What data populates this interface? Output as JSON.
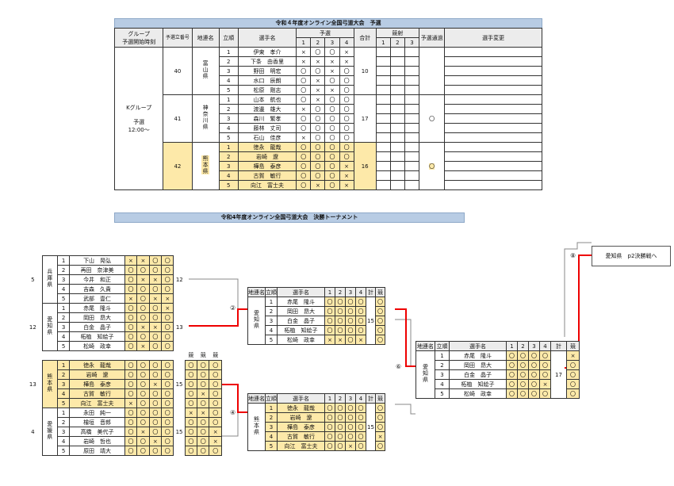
{
  "prelim": {
    "title": "令和４年度オンライン全国弓道大会　予選",
    "headers": {
      "group": "グループ",
      "start": "予選開始時刻",
      "num": "予選立番号",
      "pref": "地連名",
      "pos": "立順",
      "name": "選手名",
      "yosen": "予選",
      "total": "合計",
      "kyosha": "競射",
      "pass": "予選通過",
      "change": "選手変更",
      "c1": "1",
      "c2": "2",
      "c3": "3",
      "c4": "4"
    },
    "group_label": "Kグループ",
    "group_sub": "予選",
    "group_time": "12:00～",
    "teams": [
      {
        "num": "40",
        "pref": "富山県",
        "total": "10",
        "pass": "",
        "hl": false,
        "rows": [
          {
            "pos": "1",
            "name": "伊東　孝介",
            "r": [
              "×",
              "〇",
              "〇",
              "×"
            ]
          },
          {
            "pos": "2",
            "name": "下条　由香里",
            "r": [
              "×",
              "×",
              "×",
              "×"
            ]
          },
          {
            "pos": "3",
            "name": "野田　明宏",
            "r": [
              "〇",
              "〇",
              "×",
              "〇"
            ]
          },
          {
            "pos": "4",
            "name": "水口　辰朗",
            "r": [
              "〇",
              "×",
              "〇",
              "〇"
            ]
          },
          {
            "pos": "5",
            "name": "松原　剛志",
            "r": [
              "〇",
              "×",
              "×",
              "〇"
            ]
          }
        ]
      },
      {
        "num": "41",
        "pref": "神奈川県",
        "total": "17",
        "pass": "〇",
        "hl": false,
        "rows": [
          {
            "pos": "1",
            "name": "山本　航也",
            "r": [
              "〇",
              "×",
              "〇",
              "〇"
            ]
          },
          {
            "pos": "2",
            "name": "渡邊　雄大",
            "r": [
              "×",
              "〇",
              "〇",
              "〇"
            ]
          },
          {
            "pos": "3",
            "name": "森川　繁孝",
            "r": [
              "〇",
              "〇",
              "〇",
              "〇"
            ]
          },
          {
            "pos": "4",
            "name": "藤林　丈司",
            "r": [
              "〇",
              "〇",
              "〇",
              "〇"
            ]
          },
          {
            "pos": "5",
            "name": "石山　佳彦",
            "r": [
              "×",
              "〇",
              "〇",
              "〇"
            ]
          }
        ]
      },
      {
        "num": "42",
        "pref": "熊本県",
        "total": "16",
        "pass": "〇",
        "hl": true,
        "rows": [
          {
            "pos": "1",
            "name": "徳永　龍哉",
            "r": [
              "〇",
              "〇",
              "〇",
              "〇"
            ]
          },
          {
            "pos": "2",
            "name": "岩崎　遼",
            "r": [
              "〇",
              "〇",
              "〇",
              "〇"
            ]
          },
          {
            "pos": "3",
            "name": "樺島　泰彦",
            "r": [
              "〇",
              "〇",
              "〇",
              "×"
            ]
          },
          {
            "pos": "4",
            "name": "古賀　敏行",
            "r": [
              "〇",
              "〇",
              "〇",
              "×"
            ]
          },
          {
            "pos": "5",
            "name": "向江　富士夫",
            "r": [
              "〇",
              "×",
              "〇",
              "×"
            ]
          }
        ]
      }
    ]
  },
  "final": {
    "title": "令和4年度オンライン全国弓道大会　決勝トーナメント",
    "hdr": {
      "pref": "地連名",
      "pos": "立順",
      "name": "選手名",
      "c1": "1",
      "c2": "2",
      "c3": "3",
      "c4": "4",
      "total": "計",
      "kyo": "競"
    },
    "left_teams": [
      {
        "seed": "5",
        "pref": "兵庫県",
        "total": "12",
        "hl": false,
        "rows": [
          {
            "pos": "1",
            "name": "下山　晃弘",
            "r": [
              "×",
              "×",
              "〇",
              "〇"
            ]
          },
          {
            "pos": "2",
            "name": "再田　奈津美",
            "r": [
              "〇",
              "〇",
              "〇",
              "〇"
            ]
          },
          {
            "pos": "3",
            "name": "今井　和正",
            "r": [
              "〇",
              "×",
              "×",
              "〇"
            ]
          },
          {
            "pos": "4",
            "name": "吉森　久貴",
            "r": [
              "〇",
              "〇",
              "〇",
              "〇"
            ]
          },
          {
            "pos": "5",
            "name": "武部　壹仁",
            "r": [
              "×",
              "〇",
              "×",
              "×"
            ]
          }
        ]
      },
      {
        "seed": "12",
        "pref": "愛知県",
        "total": "13",
        "hl": false,
        "rows": [
          {
            "pos": "1",
            "name": "赤尾　隆斗",
            "r": [
              "〇",
              "〇",
              "〇",
              "×"
            ]
          },
          {
            "pos": "2",
            "name": "岡田　昂大",
            "r": [
              "〇",
              "〇",
              "〇",
              "〇"
            ]
          },
          {
            "pos": "3",
            "name": "白金　晶子",
            "r": [
              "〇",
              "×",
              "×",
              "〇"
            ]
          },
          {
            "pos": "4",
            "name": "柘植　知絵子",
            "r": [
              "〇",
              "〇",
              "〇",
              "〇"
            ]
          },
          {
            "pos": "5",
            "name": "松崎　政幸",
            "r": [
              "〇",
              "×",
              "〇",
              "〇"
            ]
          }
        ]
      },
      {
        "seed": "13",
        "pref": "熊本県",
        "total": "15",
        "hl": true,
        "rows": [
          {
            "pos": "1",
            "name": "徳永　龍哉",
            "r": [
              "〇",
              "〇",
              "〇",
              "〇"
            ],
            "k": [
              "〇",
              "〇",
              "〇"
            ]
          },
          {
            "pos": "2",
            "name": "岩崎　遼",
            "r": [
              "〇",
              "〇",
              "〇",
              "〇"
            ],
            "k": [
              "〇",
              "〇",
              "〇"
            ]
          },
          {
            "pos": "3",
            "name": "樺島　泰彦",
            "r": [
              "〇",
              "〇",
              "×",
              "〇"
            ],
            "k": [
              "〇",
              "〇",
              "〇"
            ]
          },
          {
            "pos": "4",
            "name": "古賀　敏行",
            "r": [
              "〇",
              "〇",
              "〇",
              "〇"
            ],
            "k": [
              "〇",
              "×",
              "〇"
            ]
          },
          {
            "pos": "5",
            "name": "向江　富士夫",
            "r": [
              "×",
              "〇",
              "〇",
              "〇"
            ],
            "k": [
              "〇",
              "〇",
              "〇"
            ]
          }
        ]
      },
      {
        "seed": "4",
        "pref": "愛媛県",
        "total": "15",
        "hl": false,
        "rows": [
          {
            "pos": "1",
            "name": "永田　純一",
            "r": [
              "〇",
              "〇",
              "〇",
              "〇"
            ],
            "k": [
              "×",
              "×",
              "〇"
            ]
          },
          {
            "pos": "2",
            "name": "檜垣　音郎",
            "r": [
              "〇",
              "〇",
              "〇",
              "〇"
            ],
            "k": [
              "〇",
              "〇",
              "〇"
            ]
          },
          {
            "pos": "3",
            "name": "高橋　美代子",
            "r": [
              "〇",
              "×",
              "〇",
              "〇"
            ],
            "k": [
              "〇",
              "〇",
              "×"
            ]
          },
          {
            "pos": "4",
            "name": "岩崎　哲也",
            "r": [
              "〇",
              "〇",
              "×",
              "〇"
            ],
            "k": [
              "〇",
              "〇",
              "×"
            ]
          },
          {
            "pos": "5",
            "name": "原田　靖大",
            "r": [
              "〇",
              "〇",
              "〇",
              "〇"
            ],
            "k": [
              "〇",
              "〇",
              "〇"
            ]
          }
        ]
      }
    ],
    "k_header": [
      "競",
      "競",
      "競"
    ],
    "mid_top": {
      "pref": "愛知県",
      "total": "15",
      "rows": [
        {
          "pos": "1",
          "name": "赤尾　隆斗",
          "r": [
            "〇",
            "〇",
            "〇",
            "〇"
          ],
          "k": "〇"
        },
        {
          "pos": "2",
          "name": "岡田　昂大",
          "r": [
            "〇",
            "〇",
            "〇",
            "〇"
          ],
          "k": "〇"
        },
        {
          "pos": "3",
          "name": "白金　晶子",
          "r": [
            "〇",
            "〇",
            "〇",
            "〇"
          ],
          "k": "〇"
        },
        {
          "pos": "4",
          "name": "柘植　知絵子",
          "r": [
            "〇",
            "〇",
            "〇",
            "〇"
          ],
          "k": "〇"
        },
        {
          "pos": "5",
          "name": "松崎　政幸",
          "r": [
            "×",
            "×",
            "〇",
            "×"
          ],
          "k": "〇"
        }
      ]
    },
    "mid_bot": {
      "pref": "熊本県",
      "total": "15",
      "rows": [
        {
          "pos": "1",
          "name": "徳永　龍哉",
          "r": [
            "〇",
            "〇",
            "〇",
            "〇"
          ],
          "k": "〇"
        },
        {
          "pos": "2",
          "name": "岩崎　遼",
          "r": [
            "〇",
            "〇",
            "〇",
            "〇"
          ],
          "k": "〇"
        },
        {
          "pos": "3",
          "name": "樺島　泰彦",
          "r": [
            "〇",
            "〇",
            "〇",
            "〇"
          ],
          "k": "〇"
        },
        {
          "pos": "4",
          "name": "古賀　敏行",
          "r": [
            "〇",
            "〇",
            "〇",
            "〇"
          ],
          "k": "×"
        },
        {
          "pos": "5",
          "name": "向江　富士夫",
          "r": [
            "〇",
            "〇",
            "×",
            "〇"
          ],
          "k": "〇"
        }
      ]
    },
    "right": {
      "pref": "愛知県",
      "total": "17",
      "rows": [
        {
          "pos": "1",
          "name": "赤尾　隆斗",
          "r": [
            "〇",
            "〇",
            "〇",
            "〇"
          ],
          "k": "×"
        },
        {
          "pos": "2",
          "name": "岡田　昂大",
          "r": [
            "〇",
            "〇",
            "〇",
            "〇"
          ],
          "k": "〇"
        },
        {
          "pos": "3",
          "name": "白金　晶子",
          "r": [
            "〇",
            "〇",
            "〇",
            "〇"
          ],
          "k": "〇"
        },
        {
          "pos": "4",
          "name": "柘植　知絵子",
          "r": [
            "〇",
            "〇",
            "〇",
            "×"
          ],
          "k": "〇"
        },
        {
          "pos": "5",
          "name": "松崎　政幸",
          "r": [
            "〇",
            "〇",
            "〇",
            "〇"
          ],
          "k": "〇"
        }
      ]
    },
    "bout_labels": {
      "b2": "②",
      "b4": "④",
      "b6": "⑥",
      "b8": "⑧"
    },
    "winner_note": "愛知県　p2決勝戦へ"
  }
}
